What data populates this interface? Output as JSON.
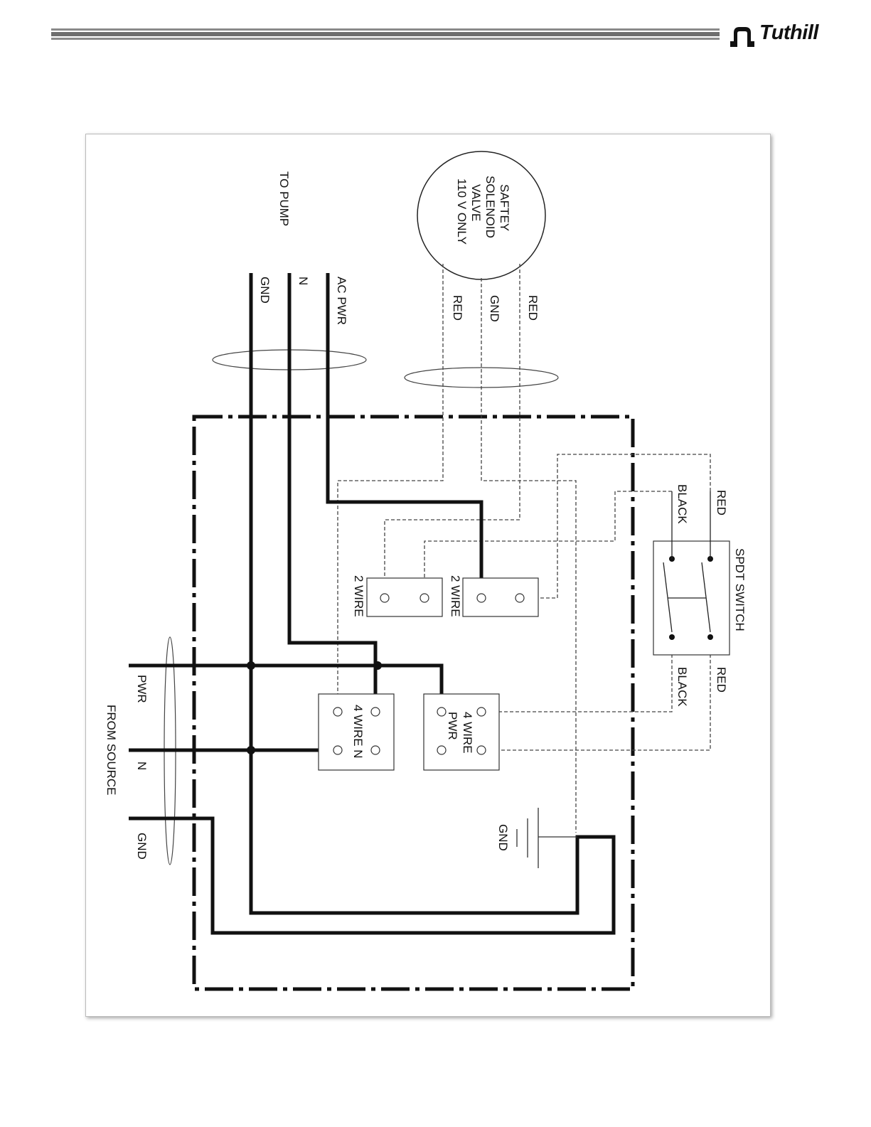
{
  "brand": {
    "name": "Tuthill",
    "logo_icon": "tuthill-logo-icon"
  },
  "diagram": {
    "solenoid": [
      "SAFTEY",
      "SOLENOID",
      "VALVE",
      "110 V ONLY"
    ],
    "solenoid_wires": {
      "red_a": "RED",
      "gnd": "GND",
      "red_b": "RED"
    },
    "to_pump": "TO PUMP",
    "pump_wires": {
      "ac_pwr": "AC PWR",
      "n": "N",
      "gnd": "GND"
    },
    "switch": {
      "title": "SPDT SWITCH",
      "red_top": "RED",
      "black_top": "BLACK",
      "red_bottom": "RED",
      "black_bottom": "BLACK"
    },
    "terminal_2wire_a": "2 WIRE",
    "terminal_2wire_b": "2 WIRE",
    "terminal_4wire_n": "4 WIRE N",
    "terminal_4wire_pwr": [
      "4 WIRE",
      "PWR"
    ],
    "ground_symbol": "GND",
    "source": {
      "title": "FROM SOURCE",
      "pwr": "PWR",
      "n": "N",
      "gnd": "GND"
    }
  }
}
